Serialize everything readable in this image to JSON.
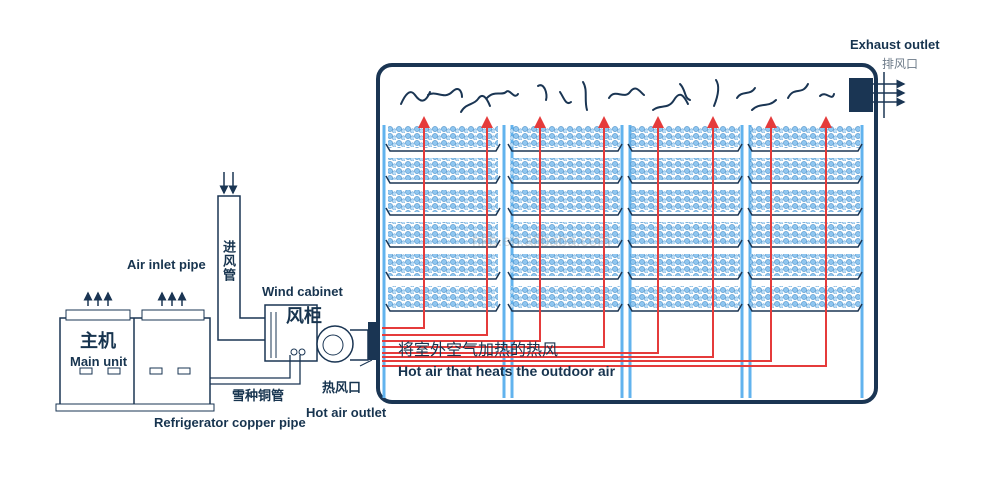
{
  "labels": {
    "exhaust_outlet_en": "Exhaust outlet",
    "exhaust_outlet_cn": "排风口",
    "air_inlet_pipe_en": "Air inlet pipe",
    "air_inlet_pipe_cn": "进风管",
    "wind_cabinet_en": "Wind cabinet",
    "wind_cabinet_cn": "风柜",
    "main_unit_cn": "主机",
    "main_unit_en": "Main unit",
    "copper_pipe_cn": "雪种铜管",
    "refrigerator_copper_pipe_en": "Refrigerator copper pipe",
    "hot_air_outlet_cn": "热风口",
    "hot_air_outlet_en": "Hot air outlet",
    "hot_air_caption_cn": "将室外空气加热的热风",
    "hot_air_caption_en": "Hot air that heats the outdoor air"
  },
  "watermark": "hkb.en.alibaba.com",
  "colors": {
    "outline": "#1a3553",
    "airflow_red": "#e53b3b",
    "support_blue": "#62b3ee",
    "product_blue": "#8fc6f0",
    "background": "#ffffff"
  }
}
